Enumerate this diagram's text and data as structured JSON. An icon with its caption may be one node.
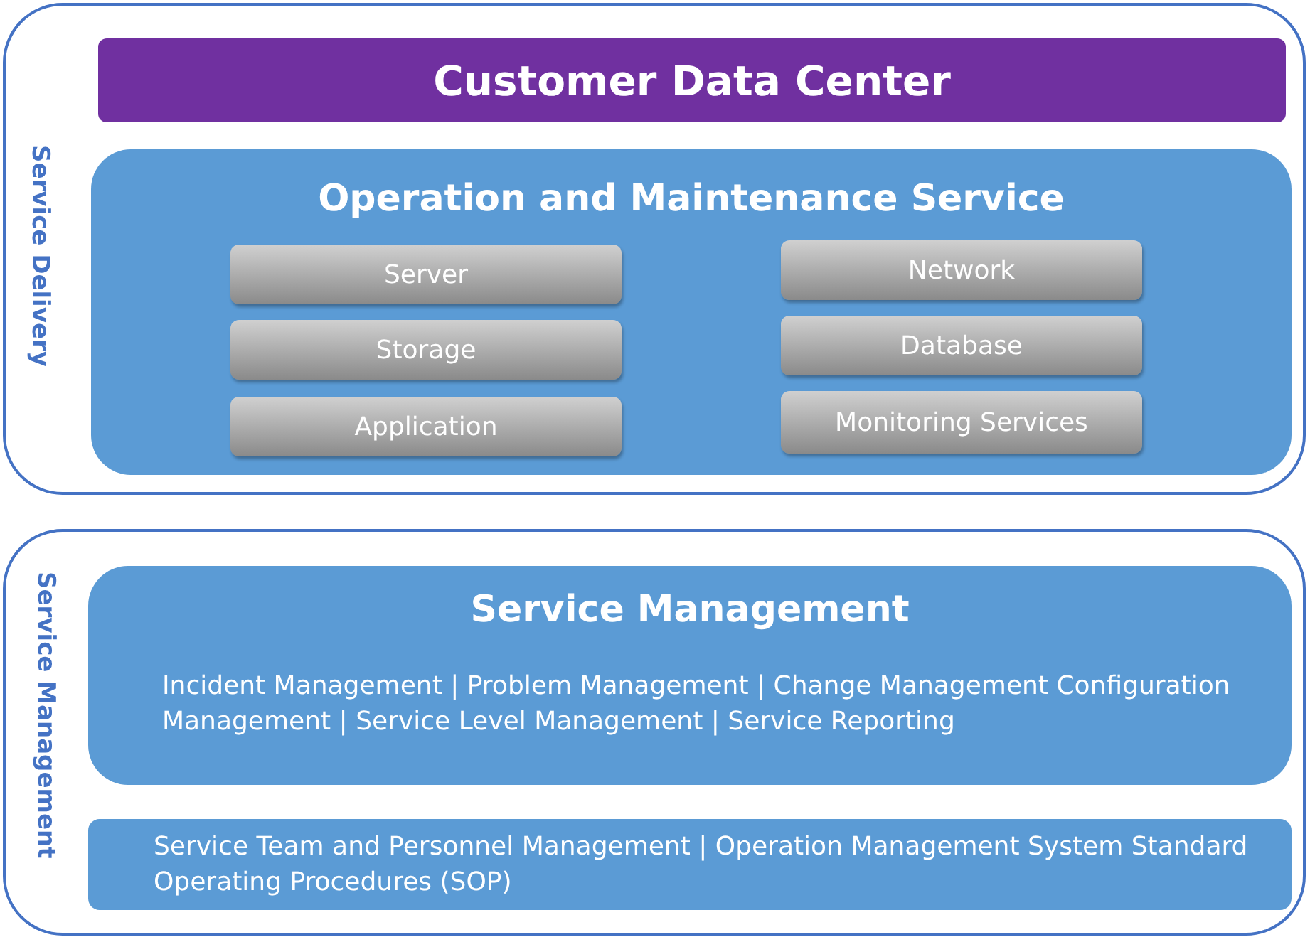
{
  "diagram": {
    "nodes": [
      {
        "text": [
          "Service Delivery"
        ]
      },
      {
        "text": [
          "Customer Data Center"
        ],
        "in": 0
      },
      {
        "text": [
          "Operation and Maintenance Service"
        ],
        "in": 0
      },
      {
        "text": [
          "Server"
        ],
        "in": 2
      },
      {
        "text": [
          "Network"
        ],
        "in": 2
      },
      {
        "text": [
          "Storage"
        ],
        "in": 2
      },
      {
        "text": [
          "Database"
        ],
        "in": 2
      },
      {
        "text": [
          "Application"
        ],
        "in": 2
      },
      {
        "text": [
          "Monitoring Services"
        ],
        "in": 2
      },
      {
        "text": [
          "Service Management"
        ]
      },
      {
        "text": [
          "Service Management",
          "Incident Management | Problem Management | Change Management Configuration Management | Service Level Management | Service Reporting"
        ],
        "in": 9
      },
      {
        "text": [
          "Service Team and Personnel Management | Operation Management System Standard Operating Procedures (SOP)"
        ],
        "in": 9
      }
    ]
  }
}
